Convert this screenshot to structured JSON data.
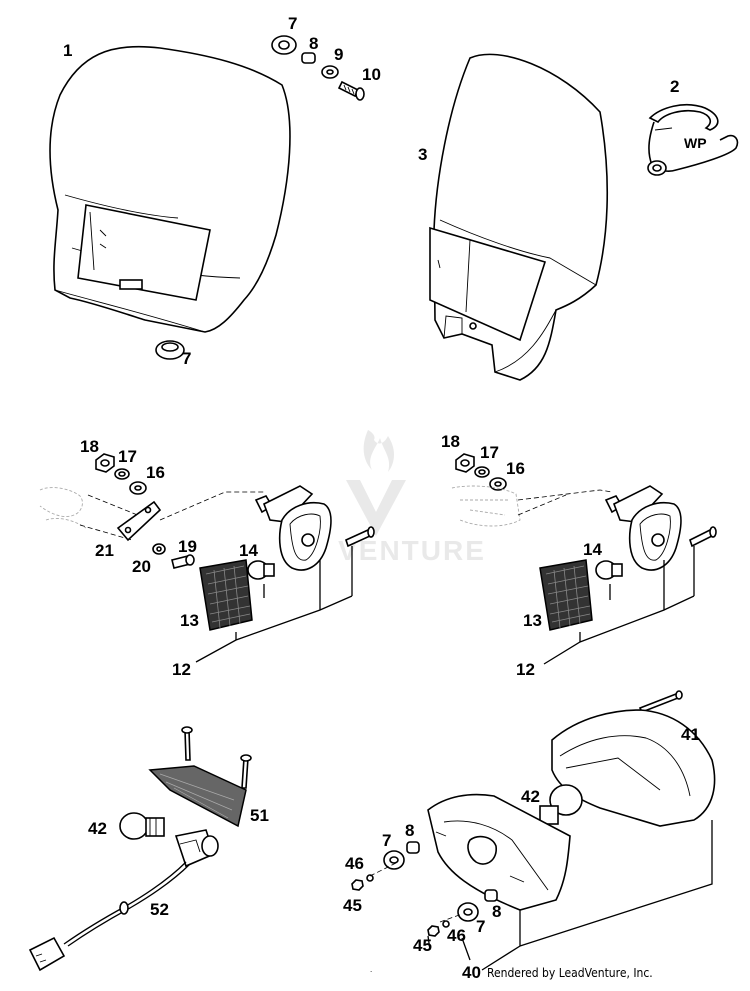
{
  "diagram": {
    "callouts": {
      "c1": "1",
      "c2": "2",
      "c3": "3",
      "c7a": "7",
      "c7b": "7",
      "c8a": "8",
      "c9": "9",
      "c10": "10",
      "c18a": "18",
      "c17a": "17",
      "c16a": "16",
      "c21": "21",
      "c20": "20",
      "c19": "19",
      "c14a": "14",
      "c13a": "13",
      "c12a": "12",
      "c18b": "18",
      "c17b": "17",
      "c16b": "16",
      "c14b": "14",
      "c13b": "13",
      "c12b": "12",
      "c41": "41",
      "c42a": "42",
      "c42b": "42",
      "c51": "51",
      "c52": "52",
      "c7c": "7",
      "c8b": "8",
      "c46a": "46",
      "c45a": "45",
      "c8c": "8",
      "c7d": "7",
      "c45b": "45",
      "c46b": "46",
      "c40": "40"
    },
    "bracket_label": "WP",
    "watermark": "VENTURE",
    "credit": "Rendered by LeadVenture, Inc."
  }
}
